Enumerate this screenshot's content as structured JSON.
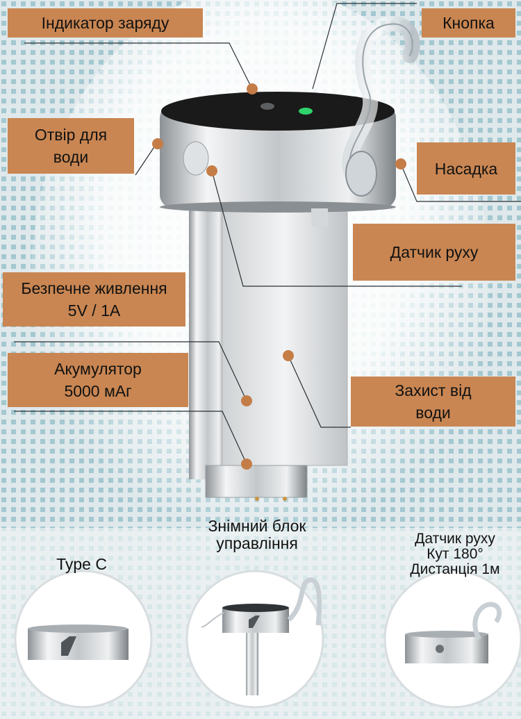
{
  "labels": {
    "charge_indicator": "Індикатор заряду",
    "button": "Кнопка",
    "water_hole": "Отвір для\nводи",
    "nozzle": "Насадка",
    "motion_sensor": "Датчик руху",
    "safe_power": "Безпечне живлення\n5V / 1A",
    "battery": "Акумулятор\n5000 мАг",
    "water_protection": "Захист від\nводи"
  },
  "captions": {
    "detachable_unit": "Знімний блок\nуправління",
    "type_c": "Type C",
    "motion_sensor_spec": "Датчик руху\nКут 180°\nДистанція 1м"
  },
  "colors": {
    "label_bg": "#c98652",
    "accent_dot": "#c57d47",
    "background_dots": "#4d9aa8"
  }
}
